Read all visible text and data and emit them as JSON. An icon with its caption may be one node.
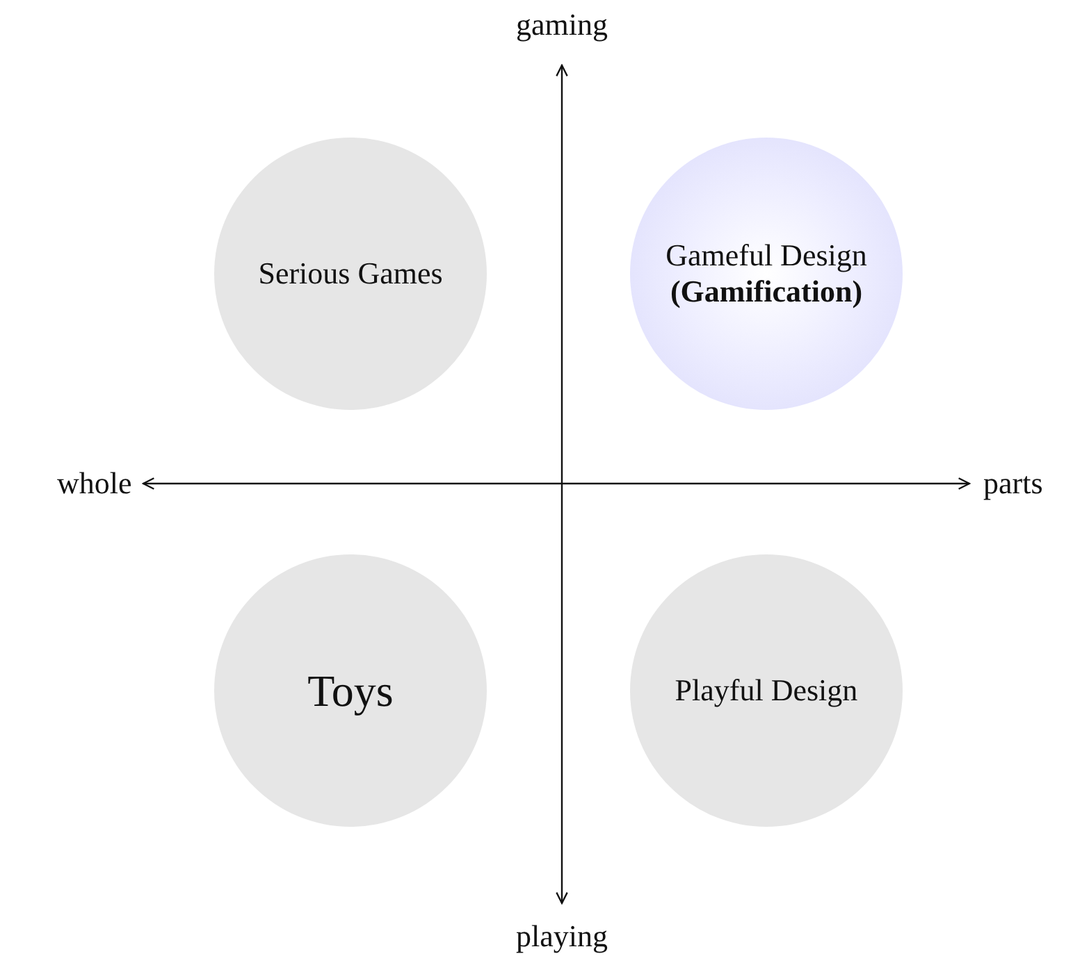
{
  "diagram": {
    "nodes": [
      {
        "text": [
          "Serious Games"
        ]
      },
      {
        "text": [
          "Gameful Design **(Gamification)**"
        ]
      },
      {
        "text": [
          "Toys"
        ]
      },
      {
        "text": [
          "Playful Design"
        ]
      }
    ],
    "labels": [
      "gaming",
      "whole",
      "parts",
      "playing"
    ]
  }
}
